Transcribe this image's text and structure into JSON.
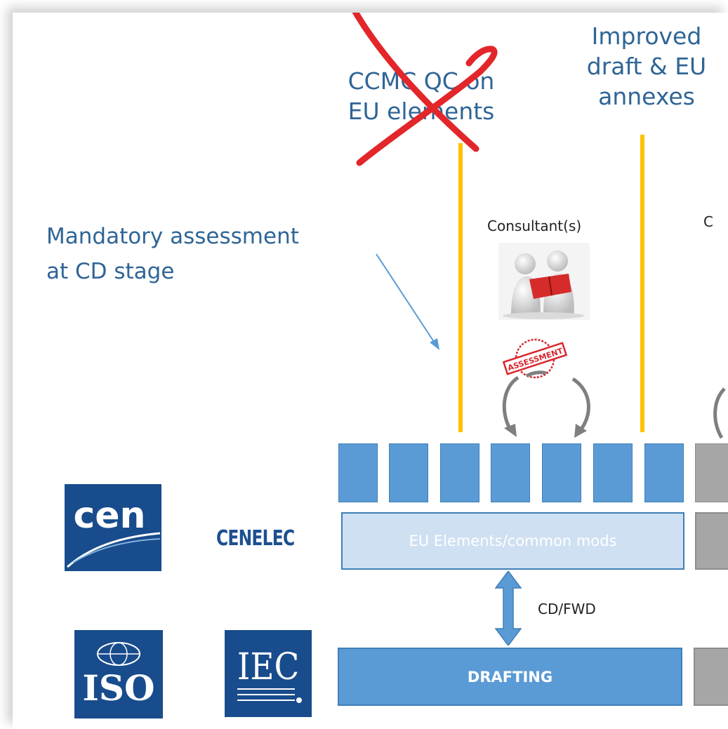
{
  "labels": {
    "ccmc_line1": "CCMC QC on",
    "ccmc_line2": "EU elements",
    "improved_line1": "Improved",
    "improved_line2": "draft & EU",
    "improved_line3": "annexes",
    "mandatory_line1": "Mandatory assessment",
    "mandatory_line2": "at CD stage",
    "consultants": "Consultant(s)",
    "consultants_cut": "C",
    "assessment_stamp": "ASSESSMENT",
    "eu_elements": "EU Elements/common mods",
    "cd_fwd": "CD/FWD",
    "drafting": "DRAFTING"
  },
  "logos": {
    "cen": "cen",
    "cenelec": "CENELEC",
    "iso": "ISO",
    "iec": "IEC"
  },
  "colors": {
    "accent_blue": "#5b9bd5",
    "text_blue": "#2f6596",
    "yellow_line": "#ffc000",
    "cross_red": "#e3262a",
    "grey_stage": "#a6a6a6",
    "logo_navy": "#184c8c"
  },
  "icons": [
    "crossed-out-mark-icon",
    "consultants-reading-icon",
    "assessment-stamp-icon",
    "cycle-arrows-icon",
    "double-arrow-icon"
  ]
}
